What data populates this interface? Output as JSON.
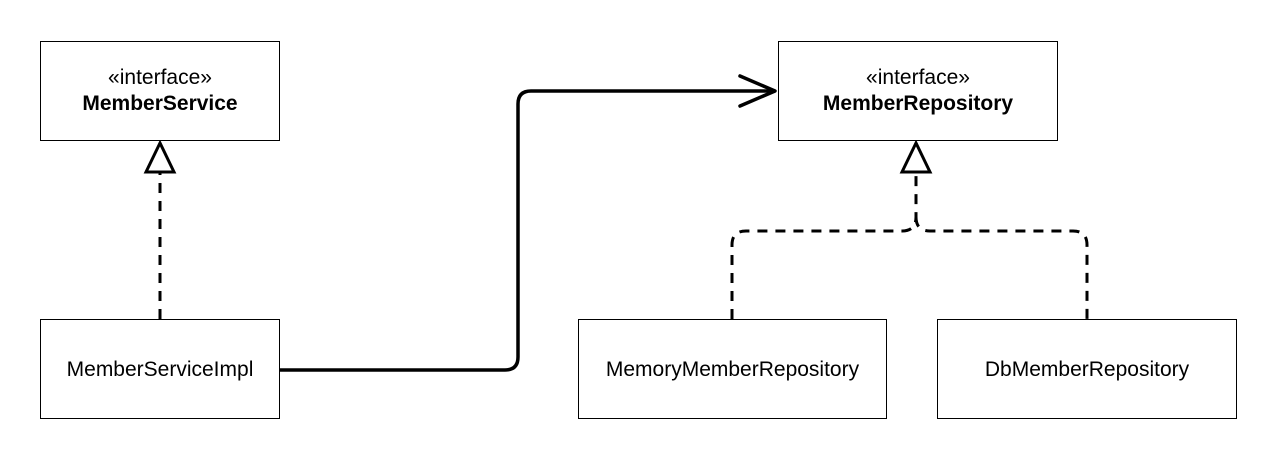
{
  "nodes": {
    "member_service": {
      "stereotype": "«interface»",
      "name": "MemberService"
    },
    "member_repository": {
      "stereotype": "«interface»",
      "name": "MemberRepository"
    },
    "member_service_impl": {
      "name": "MemberServiceImpl"
    },
    "memory_member_repository": {
      "name": "MemoryMemberRepository"
    },
    "db_member_repository": {
      "name": "DbMemberRepository"
    }
  },
  "relations": [
    {
      "from": "MemberServiceImpl",
      "to": "MemberService",
      "type": "realization"
    },
    {
      "from": "MemberServiceImpl",
      "to": "MemberRepository",
      "type": "association"
    },
    {
      "from": "MemoryMemberRepository",
      "to": "MemberRepository",
      "type": "realization"
    },
    {
      "from": "DbMemberRepository",
      "to": "MemberRepository",
      "type": "realization"
    }
  ],
  "colors": {
    "stroke": "#000000",
    "background": "#ffffff"
  }
}
